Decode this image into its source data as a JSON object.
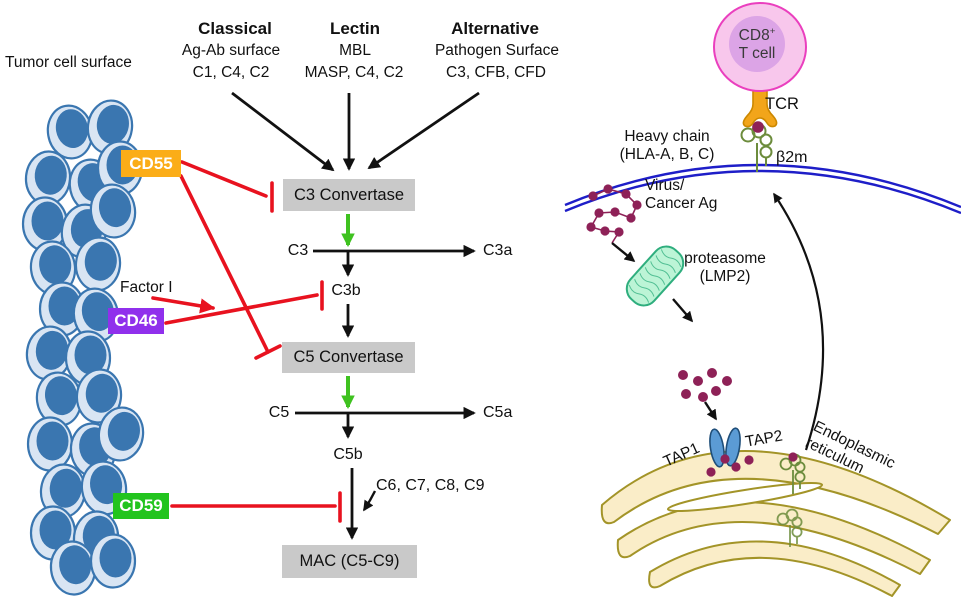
{
  "left": {
    "surface_label": "Tumor cell surface",
    "pathways": [
      {
        "name": "Classical",
        "source": "Ag-Ab surface",
        "components": "C1, C4, C2"
      },
      {
        "name": "Lectin",
        "source": "MBL",
        "components": "MASP, C4, C2"
      },
      {
        "name": "Alternative",
        "source": "Pathogen Surface",
        "components": "C3, CFB, CFD"
      }
    ],
    "regulators": [
      {
        "label": "CD55"
      },
      {
        "label": "CD46"
      },
      {
        "label": "CD59"
      }
    ],
    "factor_label": "Factor I",
    "c3_convertase": "C3 Convertase",
    "c5_convertase": "C5 Convertase",
    "mac": "MAC (C5-C9)",
    "c3": "C3",
    "c3a": "C3a",
    "c3b": "C3b",
    "c5": "C5",
    "c5a": "C5a",
    "c5b": "C5b",
    "late_components": "C6, C7, C8, C9"
  },
  "right": {
    "tcell_name": "CD8",
    "tcell_sup": "+",
    "tcell_line2": "T cell",
    "tcr_label": "TCR",
    "heavy_chain_line1": "Heavy chain",
    "heavy_chain_line2": "(HLA-A, B, C)",
    "b2m_label": "β2m",
    "antigen_line1": "Virus/",
    "antigen_line2": "Cancer Ag",
    "proteasome_line1": "proteasome",
    "proteasome_line2": "(LMP2)",
    "tap1_label": "TAP1",
    "tap2_label": "TAP2",
    "er_line1": "Endoplasmic",
    "er_line2": "reticulum"
  },
  "colors": {
    "ink": "#111111",
    "red": "#E8121F",
    "green": "#3FC220",
    "box_gray": "#C9C9C9",
    "cd55": "#FBAD18",
    "cd46": "#9030EC",
    "cd59": "#22C41E",
    "tumor_cell": "#3A76B0",
    "tumor_ring": "#D9E5F3",
    "membrane": "#1E1EC8",
    "tcell_fill": "#F8C7EC",
    "tcell_border": "#EA3FBE",
    "tcell_inner": "#DCA4E6",
    "tcr": "#F2A51A",
    "tcr_border": "#CC8800",
    "mhc_green": "#6C8C3C",
    "peptide": "#8E2157",
    "proteasome_fill": "#BCF4D6",
    "proteasome_border": "#2FAE7E",
    "tap_blue": "#5B9BD5",
    "er_fill": "#FAEDC8",
    "er_border": "#A39428"
  }
}
